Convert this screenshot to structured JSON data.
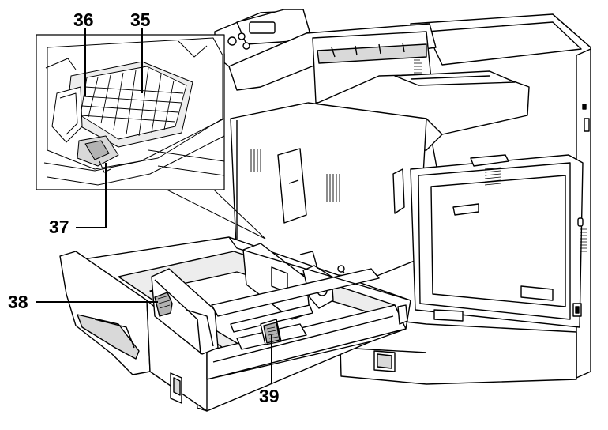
{
  "callouts": {
    "c35": "35",
    "c36": "36",
    "c37": "37",
    "c38": "38",
    "c39": "39"
  },
  "colors": {
    "line": "#000000",
    "paper": "#ffffff",
    "shade": "#d9d9d9",
    "dark": "#b3b3b3"
  }
}
